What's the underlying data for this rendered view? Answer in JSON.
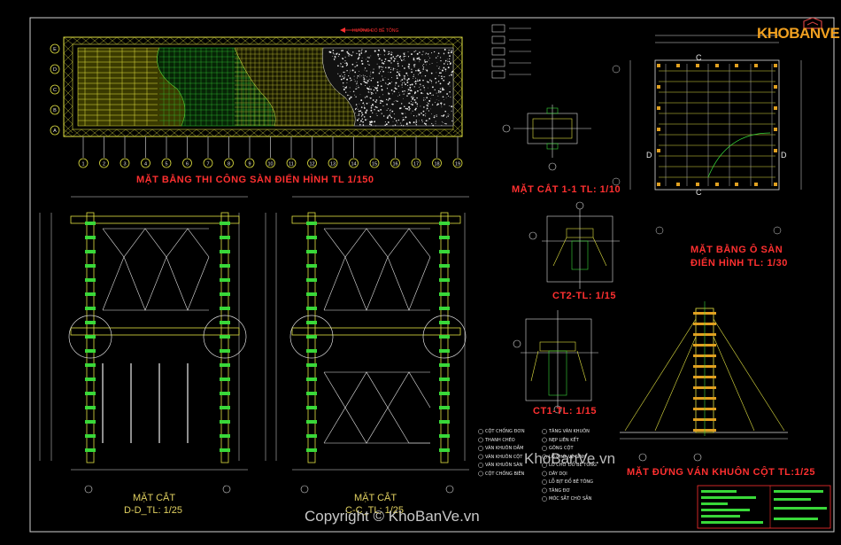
{
  "logo": {
    "text": "KHOBANVE",
    "accent": "#f0a020"
  },
  "top_plan": {
    "title": "MẶT BẰNG THI CÔNG SÀN ĐIỂN HÌNH TL 1/150",
    "note": "HƯỚNG ĐỔ BÊ TÔNG"
  },
  "section_11": {
    "title": "MẶT CẮT 1-1 TL: 1/10"
  },
  "floor_plan": {
    "title_line1": "MẶT BẰNG Ô SÀN",
    "title_line2": "ĐIỂN HÌNH TL: 1/30"
  },
  "ct2": {
    "title": "CT2-TL: 1/15"
  },
  "ct1": {
    "title": "CT1-TL: 1/15"
  },
  "section_dd": {
    "line1": "MẶT CẮT",
    "line2": "D-D_TL: 1/25"
  },
  "section_cc": {
    "line1": "MẶT CẮT",
    "line2": "C-C_TL: 1/25"
  },
  "column_elev": {
    "title": "MẶT ĐỨNG VÁN KHUÔN CỘT TL:1/25"
  },
  "legend_left": [
    "CỘT CHỐNG ĐƠN",
    "THANH CHÉO",
    "VÁN KHUÔN DẦM",
    "VÁN KHUÔN CỘT",
    "VÁN KHUÔN SÀN",
    "CỘT CHỐNG BIÊN"
  ],
  "legend_right": [
    "TĂNG VÁN KHUÔN",
    "NẸP LIÊN KẾT",
    "GÔNG CỘT",
    "LỖ CHỜ VỆ SINH",
    "LỖ CHỜ ĐỔ BÊ TÔNG",
    "DÂY DỌI",
    "LỖ BỊT ĐỔ BÊ TÔNG",
    "TĂNG ĐƠ",
    "MÓC SẮT CHỜ SẴN"
  ],
  "watermarks": {
    "middle": "KhoBanVe.vn",
    "bottom": "Copyright © KhoBanVe.vn"
  },
  "axis_numbers": [
    "1",
    "2",
    "3",
    "4",
    "5",
    "6",
    "7",
    "8",
    "9",
    "10",
    "11",
    "12",
    "13",
    "14",
    "15",
    "16",
    "17",
    "18",
    "19"
  ],
  "axis_letters": [
    "E",
    "D",
    "C",
    "B",
    "A"
  ]
}
